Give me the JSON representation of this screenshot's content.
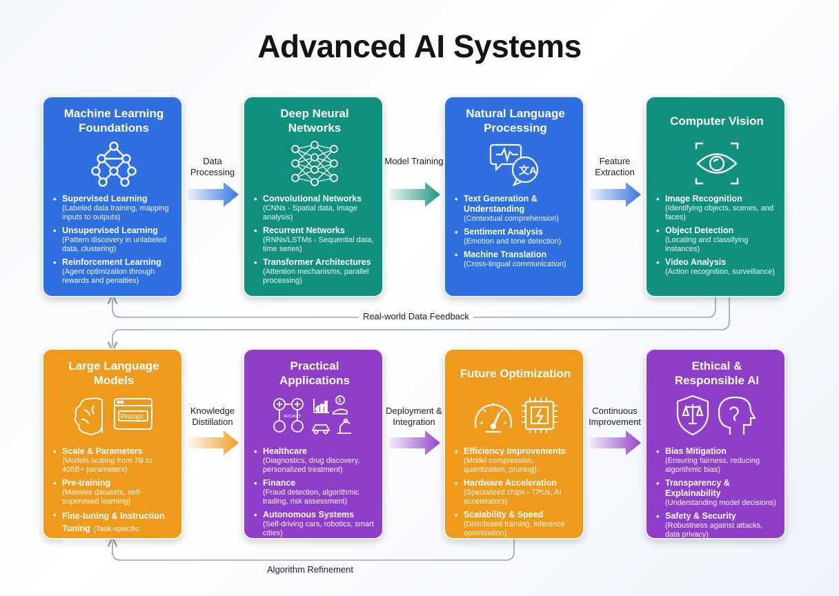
{
  "title": "Advanced AI Systems",
  "colors": {
    "blue": "#2f6fe0",
    "teal": "#12907e",
    "orange": "#ee9a1c",
    "purple": "#8f3ec9"
  },
  "cards": [
    {
      "title": "Machine Learning Foundations",
      "icon": "neural-network-icon",
      "color": "blue",
      "items": [
        {
          "head": "Supervised Learning",
          "desc": "(Labeled data training, mapping inputs to outputs)"
        },
        {
          "head": "Unsupervised Learning",
          "desc": "(Pattern discovery in unlabeled data, clustering)"
        },
        {
          "head": "Reinforcement Learning",
          "desc": "(Agent optimization through rewards and penalties)"
        }
      ]
    },
    {
      "title": "Deep Neural Networks",
      "icon": "deep-network-icon",
      "color": "teal",
      "items": [
        {
          "head": "Convolutional Networks",
          "desc": "(CNNs - Spatial data, image analysis)"
        },
        {
          "head": "Recurrent Networks",
          "desc": "(RNNs/LSTMs - Sequential data, time series)"
        },
        {
          "head": "Transformer Architectures",
          "desc": "(Attention mechanisms, parallel processing)"
        }
      ]
    },
    {
      "title": "Natural Language Processing",
      "icon": "translation-chat-icon",
      "color": "blue",
      "items": [
        {
          "head": "Text Generation & Understanding",
          "desc": "(Contextual comprehension)"
        },
        {
          "head": "Sentiment Analysis",
          "desc": "(Emotion and tone detection)"
        },
        {
          "head": "Machine Translation",
          "desc": "(Cross-lingual communication)"
        }
      ]
    },
    {
      "title": "Computer Vision",
      "icon": "eye-scan-icon",
      "color": "teal",
      "items": [
        {
          "head": "Image Recognition",
          "desc": "(Identifying objects, scenes, and faces)"
        },
        {
          "head": "Object Detection",
          "desc": "(Locating and classifying instances)"
        },
        {
          "head": "Video Analysis",
          "desc": "(Action recognition, surveillance)"
        }
      ]
    },
    {
      "title": "Large Language Models",
      "icon": "brain-prompt-icon",
      "color": "orange",
      "icon_text": "Prompt",
      "items": [
        {
          "head": "Scale & Parameters",
          "desc": "(Models scaling from 7B to 405B+ parameters)"
        },
        {
          "head": "Pre-training",
          "desc": "(Massive datasets, self-supervised learning)"
        },
        {
          "head": "Fine-tuning & Instruction Tuning",
          "desc": "(Task-specific optimization)",
          "inline": true
        }
      ]
    },
    {
      "title": "Practical Applications",
      "icon": "applications-icon",
      "color": "purple",
      "icon_text": "SECURITY",
      "items": [
        {
          "head": "Healthcare",
          "desc": "(Diagnostics, drug discovery, personalized treatment)"
        },
        {
          "head": "Finance",
          "desc": "(Fraud detection, algorithmic trading, risk assessment)"
        },
        {
          "head": "Autonomous Systems",
          "desc": "(Self-driving cars, robotics, smart cities)"
        }
      ]
    },
    {
      "title": "Future Optimization",
      "icon": "speedometer-chip-icon",
      "color": "orange",
      "items": [
        {
          "head": "Efficiency Improvements",
          "desc": "(Model compression, quantization, pruning)"
        },
        {
          "head": "Hardware Acceleration",
          "desc": "(Specialized chips - TPUs, AI accelerators)"
        },
        {
          "head": "Scalability & Speed",
          "desc": "(Distributed training, inference optimization)"
        }
      ]
    },
    {
      "title": "Ethical & Responsible AI",
      "icon": "shield-brain-icon",
      "color": "purple",
      "items": [
        {
          "head": "Bias Mitigation",
          "desc": "(Ensuring fairness, reducing algorithmic bias)"
        },
        {
          "head": "Transparency & Explainability",
          "desc": "(Understanding model decisions)"
        },
        {
          "head": "Safety & Security",
          "desc": "(Robustness against attacks, data privacy)"
        }
      ]
    }
  ],
  "connectors": [
    {
      "label": "Data Processing",
      "color": "blue"
    },
    {
      "label": "Model Training",
      "color": "teal"
    },
    {
      "label": "Feature Extraction",
      "color": "blue"
    },
    {
      "label": "Knowledge Distillation",
      "color": "orange"
    },
    {
      "label": "Deployment & Integration",
      "color": "purple"
    },
    {
      "label": "Continuous Improvement",
      "color": "purple"
    }
  ],
  "loops": {
    "feedback": "Real-world Data Feedback",
    "refinement": "Algorithm Refinement"
  }
}
